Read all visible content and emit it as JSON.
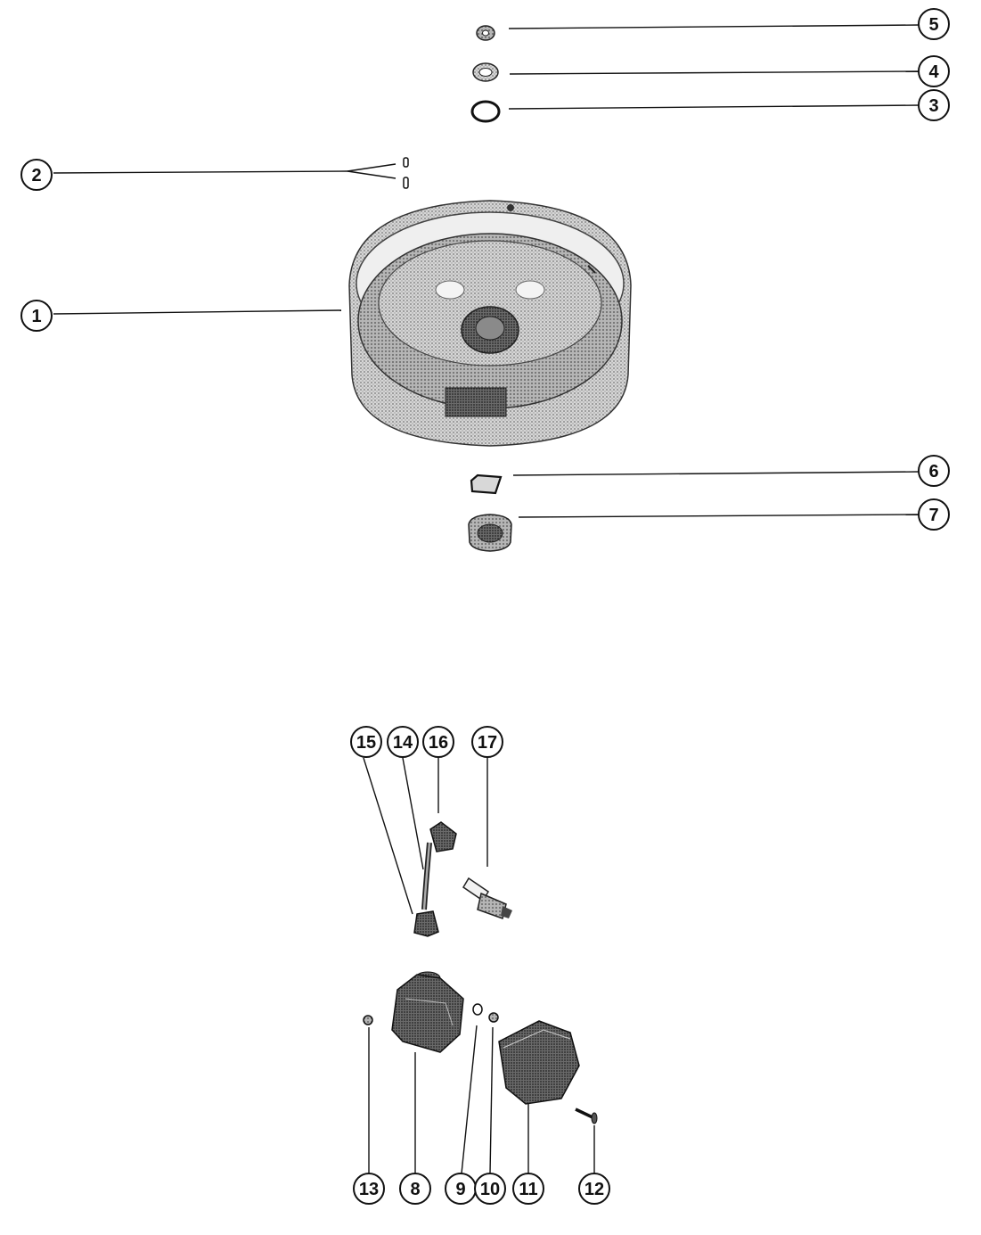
{
  "diagram": {
    "callouts": [
      {
        "label": "1"
      },
      {
        "label": "2"
      },
      {
        "label": "3"
      },
      {
        "label": "4"
      },
      {
        "label": "5"
      },
      {
        "label": "6"
      },
      {
        "label": "7"
      },
      {
        "label": "8"
      },
      {
        "label": "9"
      },
      {
        "label": "10"
      },
      {
        "label": "11"
      },
      {
        "label": "12"
      },
      {
        "label": "13"
      },
      {
        "label": "14"
      },
      {
        "label": "15"
      },
      {
        "label": "16"
      },
      {
        "label": "17"
      }
    ]
  },
  "colors": {
    "ink": "#111111",
    "stipple": "#9a9a9a",
    "dark": "#3a3a3a"
  }
}
